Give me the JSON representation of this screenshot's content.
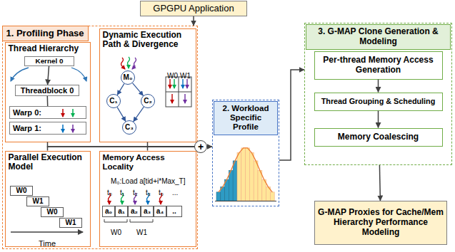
{
  "diagram": {
    "nodes": [
      {
        "text": [
          "GPGPU Application"
        ]
      },
      {
        "text": [
          "1. Profiling Phase"
        ]
      },
      {
        "text": [
          "Thread Hierarchy"
        ],
        "in": 1
      },
      {
        "text": [
          "Kernel 0"
        ],
        "in": 2
      },
      {
        "text": [
          "Threadblock 0"
        ],
        "in": 2
      },
      {
        "text": [
          "Warp 0:"
        ],
        "in": 2
      },
      {
        "text": [
          "Warp 1:"
        ],
        "in": 2
      },
      {
        "text": [
          "Dynamic Execution Path & Divergence"
        ],
        "in": 1
      },
      {
        "text": [
          "M₀"
        ],
        "in": 7
      },
      {
        "text": [
          "C₁"
        ],
        "in": 7
      },
      {
        "text": [
          "C₂"
        ],
        "in": 7
      },
      {
        "text": [
          "C₃"
        ],
        "in": 7
      },
      {
        "text": [
          "Parallel Execution Model"
        ],
        "in": 1
      },
      {
        "text": [
          "W0"
        ],
        "in": 12
      },
      {
        "text": [
          "W1"
        ],
        "in": 12
      },
      {
        "text": [
          "W0"
        ],
        "in": 12
      },
      {
        "text": [
          "W1"
        ],
        "in": 12
      },
      {
        "text": [
          "Memory Access Locality"
        ],
        "in": 1
      },
      {
        "text": [
          "a₀"
        ],
        "in": 17
      },
      {
        "text": [
          "a₁"
        ],
        "in": 17
      },
      {
        "text": [
          "a₂"
        ],
        "in": 17
      },
      {
        "text": [
          "a₃"
        ],
        "in": 17
      },
      {
        "text": [
          "a₄"
        ],
        "in": 17
      },
      {
        "text": [
          ".."
        ],
        "in": 17
      },
      {
        "text": [
          "+"
        ]
      },
      {
        "text": [
          "2. Workload Specific Profile"
        ]
      },
      {
        "text": [
          "3. G-MAP Clone Generation & Modeling"
        ]
      },
      {
        "text": [
          "Per-thread Memory Access Generation"
        ],
        "in": 26
      },
      {
        "text": [
          "Thread Grouping & Scheduling"
        ],
        "in": 26
      },
      {
        "text": [
          "Memory Coalescing"
        ],
        "in": 26
      },
      {
        "text": [
          "G-MAP Proxies for Cache/Mem Hierarchy Performance Modeling"
        ]
      }
    ],
    "edges": [
      {
        "from": 0,
        "to": 1,
        "arrow": "to"
      },
      {
        "from": 3,
        "to": 4,
        "arrow": "to"
      },
      {
        "from": 4,
        "to": 5,
        "arrow": "none"
      },
      {
        "from": 8,
        "to": 9,
        "arrow": "to"
      },
      {
        "from": 8,
        "to": 10,
        "arrow": "to"
      },
      {
        "from": 9,
        "to": 11,
        "arrow": "to"
      },
      {
        "from": 10,
        "to": 11,
        "arrow": "to"
      },
      {
        "from": 2,
        "to": 24,
        "arrow": "none"
      },
      {
        "from": 7,
        "to": 24,
        "arrow": "none"
      },
      {
        "from": 12,
        "to": 24,
        "arrow": "none"
      },
      {
        "from": 17,
        "to": 24,
        "arrow": "none"
      },
      {
        "from": 24,
        "to": 25,
        "arrow": "to"
      },
      {
        "from": 25,
        "to": 26,
        "arrow": "to"
      },
      {
        "from": 27,
        "to": 28,
        "arrow": "to"
      },
      {
        "from": 28,
        "to": 29,
        "arrow": "to"
      },
      {
        "from": 26,
        "to": 30,
        "arrow": "to"
      }
    ],
    "labels": [
      "W0",
      "W1",
      "Time",
      "M₀:Load a[tid+i*Max_T]",
      "t₀",
      "t₁",
      "t₂",
      "t₃",
      "t₀",
      "...",
      "W0",
      "W1"
    ]
  }
}
